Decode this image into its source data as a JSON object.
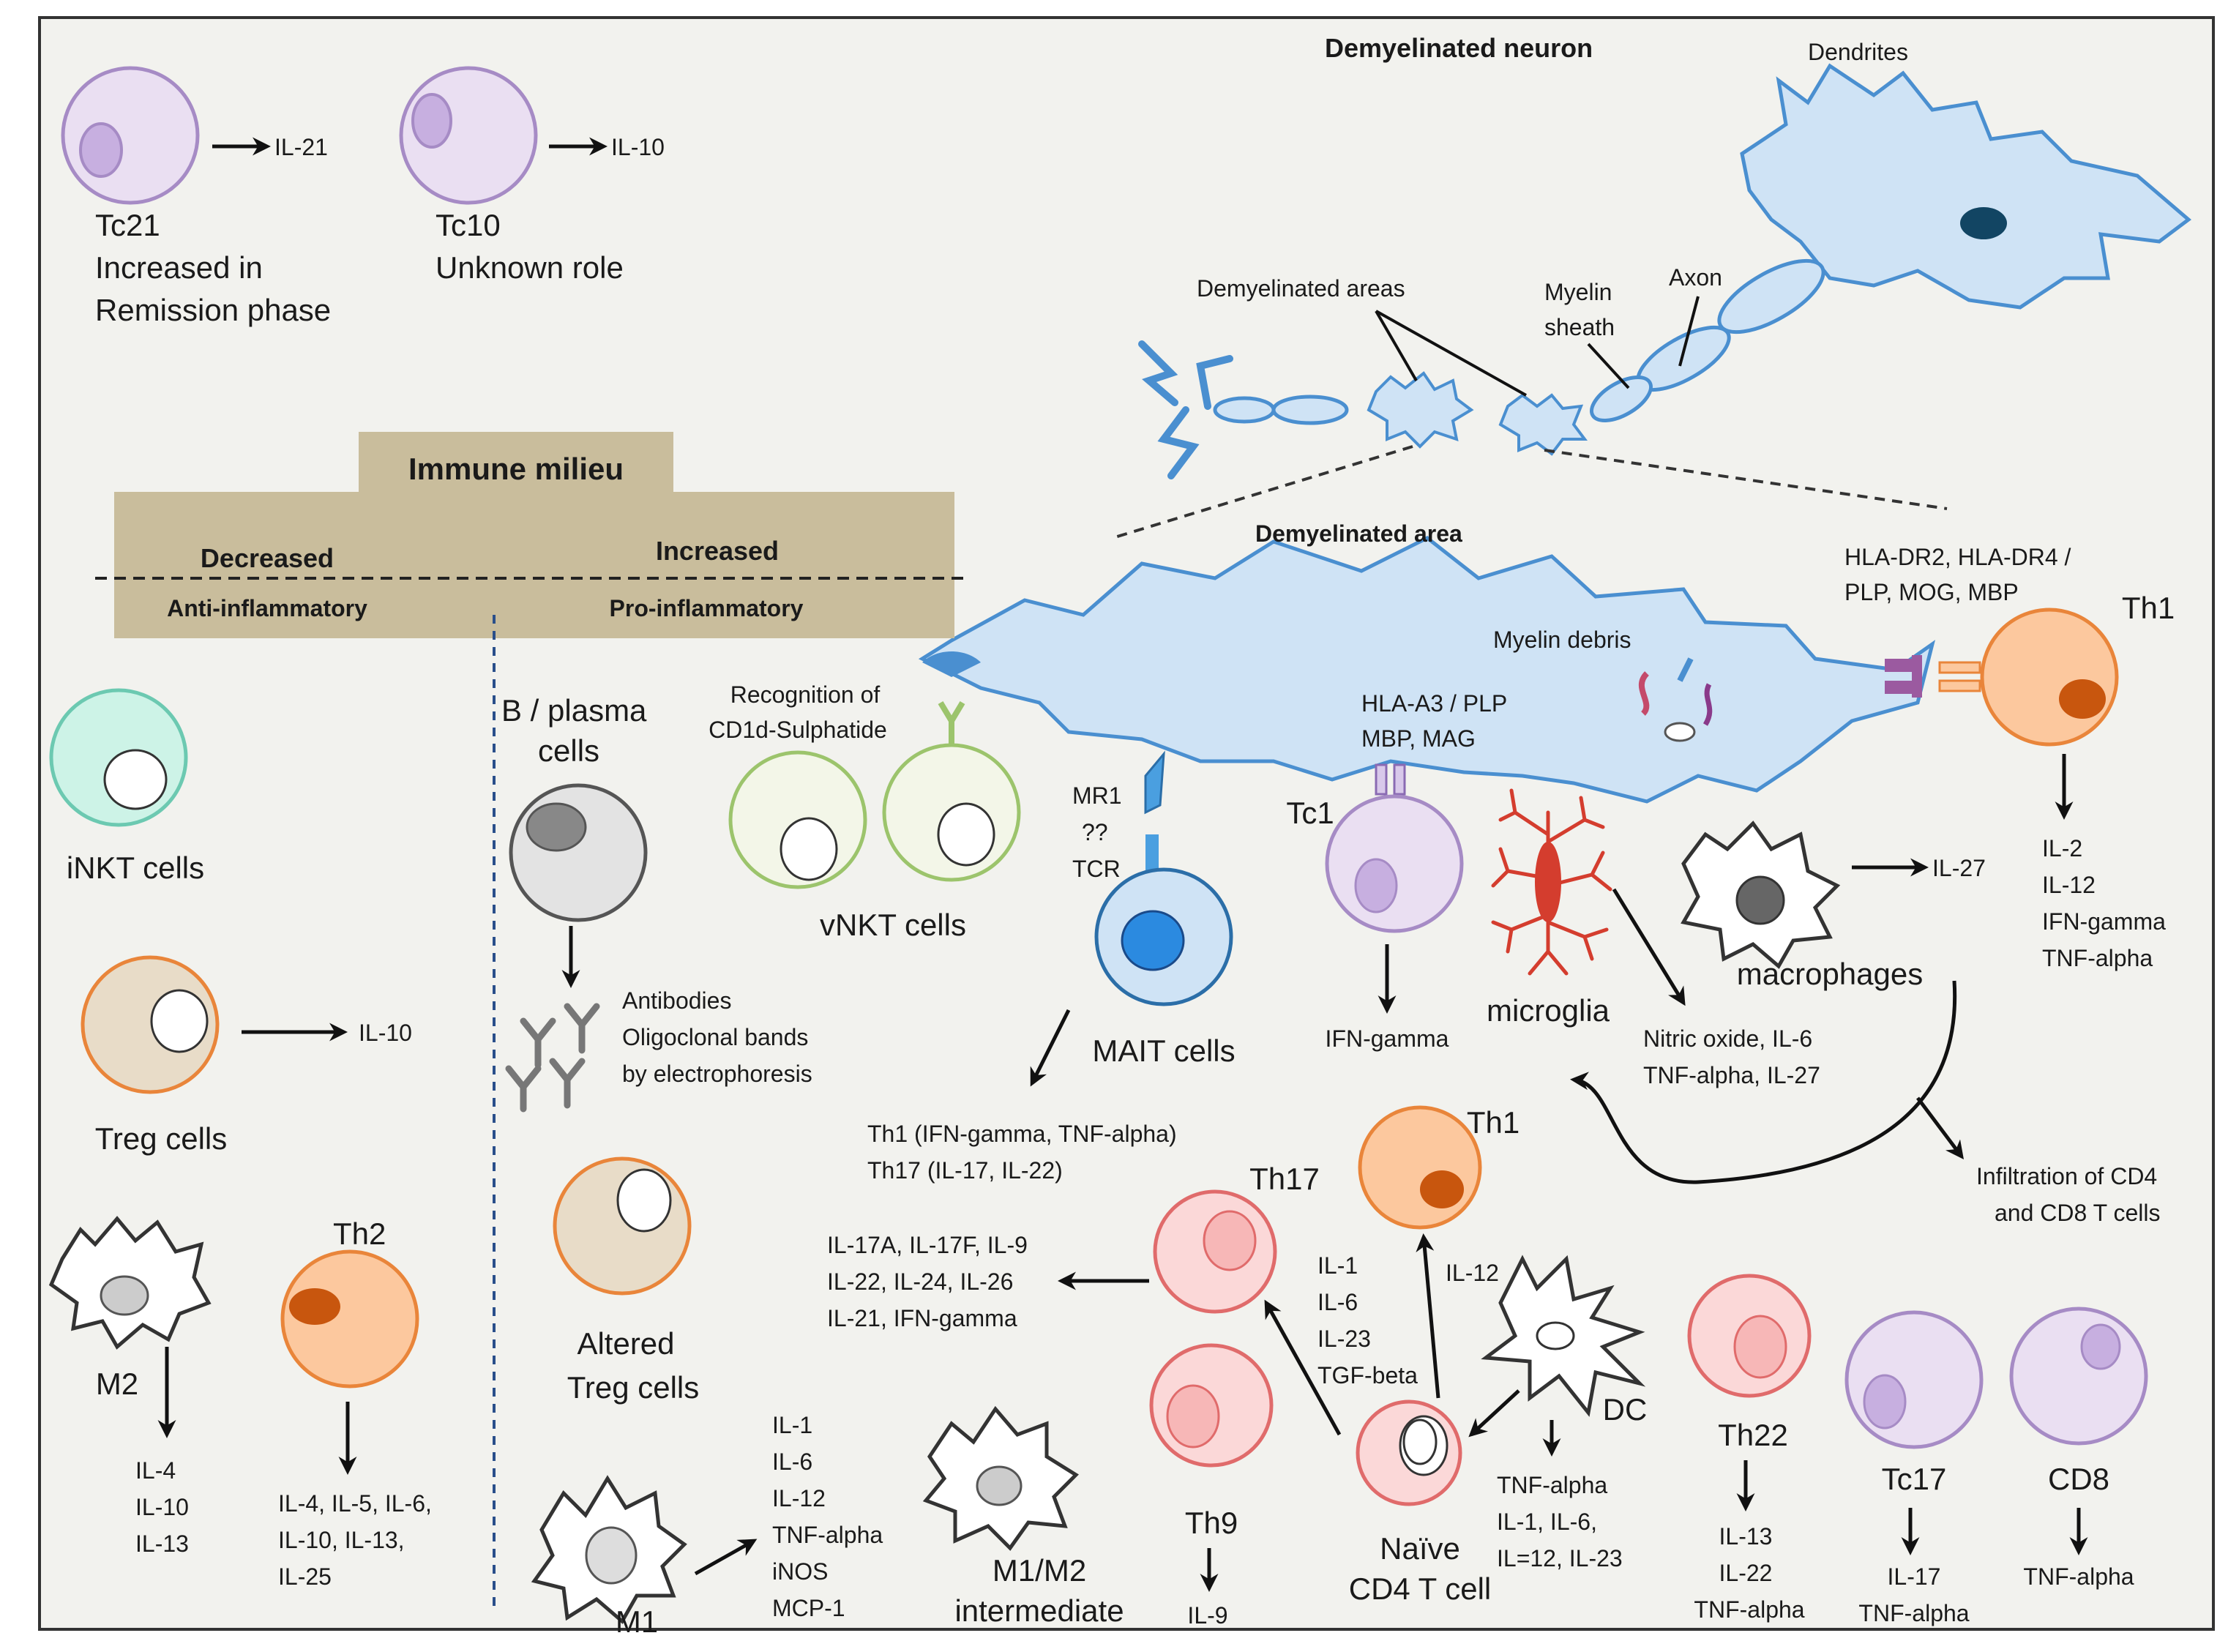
{
  "colors": {
    "frame_bg": "#f2f2ee",
    "banner": "#c9bd9c",
    "neuron_fill": "#cfe3f5",
    "neuron_stroke": "#4a8fd0",
    "th1": "#fcc89e",
    "th1_stroke": "#e9853a",
    "th1_nucleus": "#c8560e",
    "lilac": "#eadff2",
    "lilac_stroke": "#a68bc5",
    "lilac_nucleus": "#c7afe0",
    "pink": "#fbd8d8",
    "pink_stroke": "#e06b6b",
    "green_stroke": "#9cc46c",
    "teal_fill": "#cdf3e7",
    "teal_stroke": "#6cc9b1",
    "microglia": "#d43d2e"
  },
  "neuron": {
    "title": "Demyelinated neuron",
    "dendrites": "Dendrites",
    "demyelinated_areas": "Demyelinated areas",
    "myelin_sheath_1": "Myelin",
    "myelin_sheath_2": "sheath",
    "axon": "Axon",
    "demyelinated_area": "Demyelinated area",
    "myelin_debris": "Myelin debris",
    "hla_a3_1": "HLA-A3 / PLP",
    "hla_a3_2": "MBP, MAG",
    "hla_dr_1": "HLA-DR2, HLA-DR4 /",
    "hla_dr_2": "PLP, MOG, MBP"
  },
  "banner": {
    "title": "Immune milieu",
    "decreased": "Decreased",
    "increased": "Increased",
    "anti": "Anti-inflammatory",
    "pro": "Pro-inflammatory"
  },
  "left": {
    "tc21_cyt": "IL-21",
    "tc21_name": "Tc21",
    "tc21_desc_1": "Increased in",
    "tc21_desc_2": "Remission phase",
    "tc10_cyt": "IL-10",
    "tc10_name": "Tc10",
    "tc10_desc": "Unknown role",
    "inkt": "iNKT cells",
    "treg": "Treg cells",
    "treg_cyt": "IL-10",
    "m2": "M2",
    "m2_cyt": [
      "IL-4",
      "IL-10",
      "IL-13"
    ],
    "th2": "Th2",
    "th2_cyt": [
      "IL-4, IL-5, IL-6,",
      "IL-10, IL-13,",
      "IL-25"
    ]
  },
  "middle": {
    "b_cells_1": "B / plasma",
    "b_cells_2": "cells",
    "antibodies": [
      "Antibodies",
      "Oligoclonal bands",
      "by electrophoresis"
    ],
    "recognition_1": "Recognition of",
    "recognition_2": "CD1d-Sulphatide",
    "vnkt": "vNKT cells",
    "altered_treg_1": "Altered",
    "altered_treg_2": "Treg cells",
    "m1": "M1",
    "m1_cyt": [
      "IL-1",
      "IL-6",
      "IL-12",
      "TNF-alpha",
      "iNOS",
      "MCP-1"
    ],
    "m1m2_1": "M1/M2",
    "m1m2_2": "intermediate",
    "mr1": [
      "MR1",
      "??",
      "TCR"
    ],
    "mait": "MAIT cells",
    "mait_out": [
      "Th1 (IFN-gamma, TNF-alpha)",
      "Th17 (IL-17, IL-22)"
    ],
    "th17": "Th17",
    "th17_cyt": [
      "IL-17A, IL-17F, IL-9",
      "IL-22, IL-24, IL-26",
      "IL-21, IFN-gamma"
    ],
    "th9": "Th9",
    "th9_cyt": "IL-9",
    "naive_1": "Naïve",
    "naive_2": "CD4 T cell",
    "naive_cyt": [
      "IL-1",
      "IL-6",
      "IL-23",
      "TGF-beta"
    ],
    "il12": "IL-12",
    "th1_mid": "Th1",
    "dc": "DC",
    "dc_cyt": [
      "TNF-alpha",
      "IL-1, IL-6,",
      "IL=12, IL-23"
    ]
  },
  "right": {
    "tc1": "Tc1",
    "tc1_cyt": "IFN-gamma",
    "microglia": "microglia",
    "microglia_cyt": [
      "Nitric oxide, IL-6",
      "TNF-alpha, IL-27"
    ],
    "macrophages": "macrophages",
    "macro_cyt": "IL-27",
    "th1": "Th1",
    "th1_cyt": [
      "IL-2",
      "IL-12",
      "IFN-gamma",
      "TNF-alpha"
    ],
    "infiltration": [
      "Infiltration of CD4",
      "and CD8 T cells"
    ],
    "th22": "Th22",
    "th22_cyt": [
      "IL-13",
      "IL-22",
      "TNF-alpha"
    ],
    "tc17": "Tc17",
    "tc17_cyt": [
      "IL-17",
      "TNF-alpha"
    ],
    "cd8": "CD8",
    "cd8_cyt": "TNF-alpha"
  }
}
